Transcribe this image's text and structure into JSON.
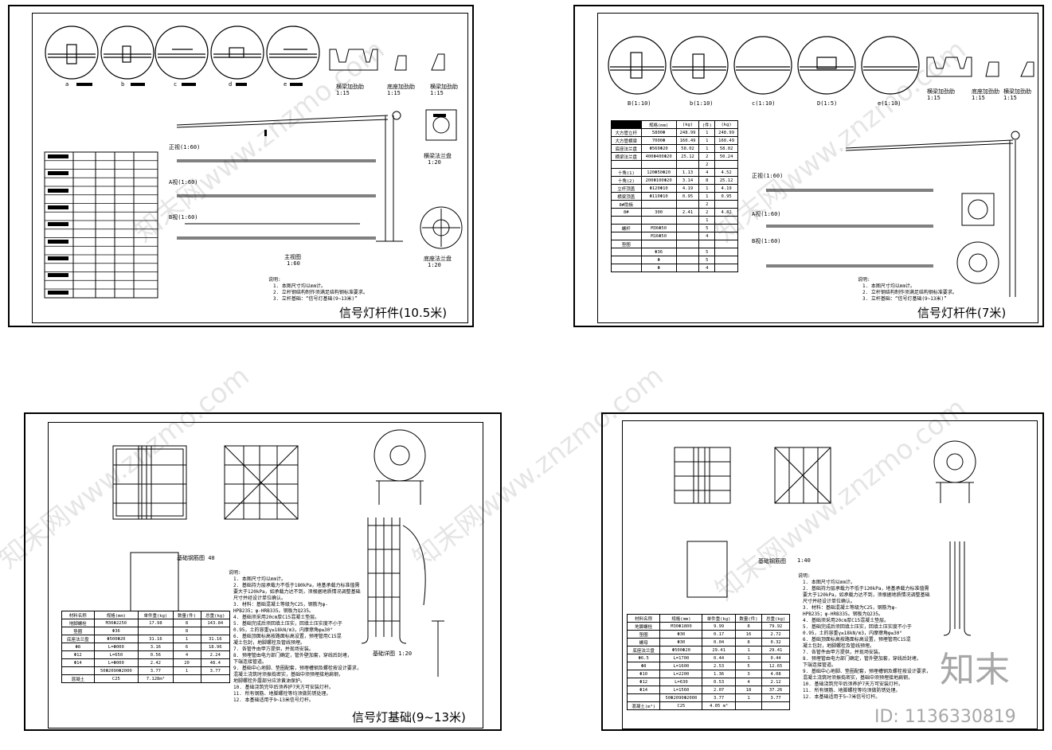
{
  "sheets": [
    {
      "title": "信号灯杆件(10.5米)",
      "scale_main": "1:60",
      "detail_labels": [
        "a",
        "b",
        "c",
        "d",
        "e"
      ],
      "plate_labels": [
        "横梁加劲肋",
        "底座加劲肋",
        "横梁加劲肋"
      ],
      "plate_scales": [
        "1:15",
        "1:15",
        "1:15"
      ],
      "views": [
        "正视(1:60)",
        "A视(1:60)",
        "B视(1:60)"
      ],
      "flange_labels": [
        "横梁法兰盘",
        "底座法兰盘"
      ],
      "flange_scale": "1:20",
      "main_view": "主视图",
      "notes_title": "说明:",
      "notes": [
        "1. 本图尺寸均以mm计。",
        "2. 立杆钢结构制作须满足结构钢标准要求。",
        "3. 立杆基础：“信号灯基础(9~13米)”"
      ]
    },
    {
      "title": "信号灯杆件(7米)",
      "detail_labels": [
        "B(1:10)",
        "b(1:10)",
        "c(1:10)",
        "D(1:5)",
        "e(1:10)"
      ],
      "plate_labels": [
        "横梁加劲肋",
        "底座加劲肋",
        "横梁加劲肋"
      ],
      "plate_scales": [
        "1:15",
        "1:15",
        "1:15"
      ],
      "views": [
        "正视(1:60)",
        "A视(1:60)",
        "B视(1:60)"
      ],
      "bom_header": [
        "规格(mm)",
        "(kg)",
        "(件)",
        "(kg)"
      ],
      "bom_rows": [
        [
          "大方管立杆",
          "5800Φ",
          "248.99",
          "1",
          "248.99"
        ],
        [
          "大方管横梁",
          "7000Φ",
          "160.49",
          "1",
          "160.49"
        ],
        [
          "底座法兰盘",
          "Φ560Φ20",
          "58.02",
          "1",
          "58.02"
        ],
        [
          "横梁法兰盘",
          "400Φ400Φ20",
          "25.12",
          "2",
          "50.24"
        ],
        [
          "",
          "",
          "",
          "2",
          ""
        ],
        [
          "十角(1)",
          "120Φ50Φ20",
          "1.13",
          "4",
          "4.52"
        ],
        [
          "十角(2)",
          "200Φ100Φ20",
          "3.14",
          "8",
          "25.12"
        ],
        [
          "立杆顶盖",
          "Φ120Φ10",
          "4.19",
          "1",
          "4.19"
        ],
        [
          "横梁顶盖",
          "Φ110Φ10",
          "0.95",
          "1",
          "0.95"
        ],
        [
          "8#肋板",
          "",
          "",
          "2",
          ""
        ],
        [
          "8#",
          "300",
          "2.41",
          "2",
          "4.82"
        ],
        [
          "",
          "",
          "",
          "1",
          ""
        ],
        [
          "螺杆",
          "M36Φ50",
          "",
          "5",
          ""
        ],
        [
          "",
          "M16Φ50",
          "",
          "4",
          ""
        ],
        [
          "垫圈",
          "",
          "",
          "",
          ""
        ],
        [
          "",
          "Φ36",
          "",
          "5",
          ""
        ],
        [
          "",
          "Φ",
          "",
          "5",
          ""
        ],
        [
          "",
          "Φ",
          "",
          "4",
          ""
        ]
      ],
      "notes_title": "说明:",
      "notes": [
        "1. 本图尺寸均以mm计。",
        "2. 立杆钢结构制作须满足结构钢标准要求。",
        "3. 立杆基础：“信号灯基础(9~13米)”"
      ]
    },
    {
      "title": "信号灯基础(9~13米)",
      "scale": "基础详图 1:20",
      "rebar_label": "基础钢筋图 40",
      "bom_header": [
        "材料名称",
        "规格(mm)",
        "单件重(kg)",
        "数量(件)",
        "总重(kg)"
      ],
      "bom_rows": [
        [
          "地脚螺栓",
          "M36Φ2250",
          "17.98",
          "8",
          "143.84"
        ],
        [
          "垫圈",
          "Φ36",
          "",
          "8",
          ""
        ],
        [
          "底座法兰盘",
          "Φ500Φ20",
          "31.16",
          "1",
          "31.16"
        ],
        [
          "Φ8",
          "L=Φ000",
          "3.16",
          "6",
          "18.96"
        ],
        [
          "Φ12",
          "L=650",
          "0.56",
          "4",
          "2.24"
        ],
        [
          "Φ14",
          "L=Φ000",
          "2.42",
          "20",
          "48.4"
        ],
        [
          "",
          "50Φ2090Φ2000",
          "3.77",
          "1",
          "3.77"
        ],
        [
          "混凝土",
          "C25",
          "7.128m³",
          "",
          ""
        ]
      ],
      "notes_title": "说明:",
      "notes": [
        "1. 本图尺寸均以mm计。",
        "2. 基础持力层承载力不低于180kPa，地基承载力标准值需",
        "   要大于120kPa，如承载力达不到，须根据地质情况调整基础",
        "   尺寸并经设计单位确认。",
        "3. 材料：基础混凝土等级为C25，钢筋为φ-",
        "   HPB235；φ-HRB335。钢板为Q235。",
        "4. 基础须采用20cm厚C15混凝土垫层。",
        "5. 基础完成后须回填土压实，回填土压实度不小于",
        "   0.95，土的容重γ≥18kN/m3，内摩擦角φ≥30°",
        "6. 基础顶面标高按路面标高设置，预埋管用C15混",
        "   凝土包封，地脚螺栓及管线预埋。",
        "7. 各管件由甲方提供，并现场安装。",
        "8. 预埋管由电力部门确定，管外壁加套，穿线后封堵，",
        "   下端连接管道。",
        "9. 基础中心地脚、垫圈配套，预埋槽钢及螺栓按设计要求，",
        "   混凝土浇筑时须振捣密实，基础中须预埋接地扁钢，",
        "   地脚螺栓外露部分应涂黄油保护。",
        "10. 基础浇筑完毕后须养护7天方可安装灯杆。",
        "11. 所有钢筋、地脚螺栓等均须做防锈处理。",
        "12. 本基础适用于9~13米信号灯杆。"
      ]
    },
    {
      "title": "信号灯基础(5~7米)",
      "rebar_label": "基础钢筋图",
      "rebar_scale": "1:40",
      "bom_header": [
        "材料名称",
        "规格(mm)",
        "单件重(kg)",
        "数量(件)",
        "总重(kg)"
      ],
      "bom_rows": [
        [
          "地脚螺栓",
          "M30Φ1800",
          "9.99",
          "8",
          "79.92"
        ],
        [
          "垫圈",
          "Φ30",
          "0.17",
          "16",
          "2.72"
        ],
        [
          "螺母",
          "Φ30",
          "0.04",
          "8",
          "0.32"
        ],
        [
          "底座法兰盘",
          "Φ500Φ20",
          "29.41",
          "1",
          "29.41"
        ],
        [
          "Φ6.5",
          "L=1700",
          "0.44",
          "1",
          "0.44"
        ],
        [
          "Φ8",
          "L=1600",
          "2.53",
          "5",
          "12.65"
        ],
        [
          "Φ10",
          "L=2200",
          "1.36",
          "3",
          "4.08"
        ],
        [
          "Φ12",
          "L=630",
          "0.53",
          "4",
          "2.12"
        ],
        [
          "Φ14",
          "L=1560",
          "2.07",
          "18",
          "37.26"
        ],
        [
          "",
          "50Φ2090Φ2000",
          "3.77",
          "1",
          "3.77"
        ],
        [
          "混凝土(m³)",
          "C25",
          "4.05 m³",
          "",
          ""
        ]
      ],
      "notes_title": "说明:",
      "notes": [
        "1. 本图尺寸均以mm计。",
        "2. 基础持力层承载力不低于120kPa，地基承载力标准值需",
        "   要大于120kPa，如承载力达不到，须根据地质情况调整基础",
        "   尺寸并经设计单位确认。",
        "3. 材料：基础混凝土等级为C25，钢筋为φ-",
        "   HPB235；φ-HRB335。钢板为Q235。",
        "4. 基础须采用20cm厚C15混凝土垫层。",
        "5. 基础完成后须回填土压实，回填土压实度不小于",
        "   0.95，土的容重γ≥18kN/m3，内摩擦角φ≥30°",
        "6. 基础顶面标高按路面标高设置，预埋管用C15混",
        "   凝土包封，地脚螺栓及管线预埋。",
        "7. 各管件由甲方提供，并现场安装。",
        "8. 预埋管由电力部门确定，管外壁加套，穿线后封堵，",
        "   下端连接管道。",
        "9. 基础中心地脚、垫圈配套，预埋槽钢及螺栓按设计要求，",
        "   混凝土浇筑时须振捣密实，基础中须预埋接地扁钢，",
        "10. 基础浇筑完毕后须养护7天方可安装灯杆。",
        "11. 所有钢筋、地脚螺栓等均须做防锈处理。",
        "12. 本基础适用于5~7米信号灯杆。"
      ]
    }
  ],
  "watermark": "知末网www.znzmo.com",
  "brand": {
    "logo": "知末",
    "id": "ID: 1136330819"
  }
}
